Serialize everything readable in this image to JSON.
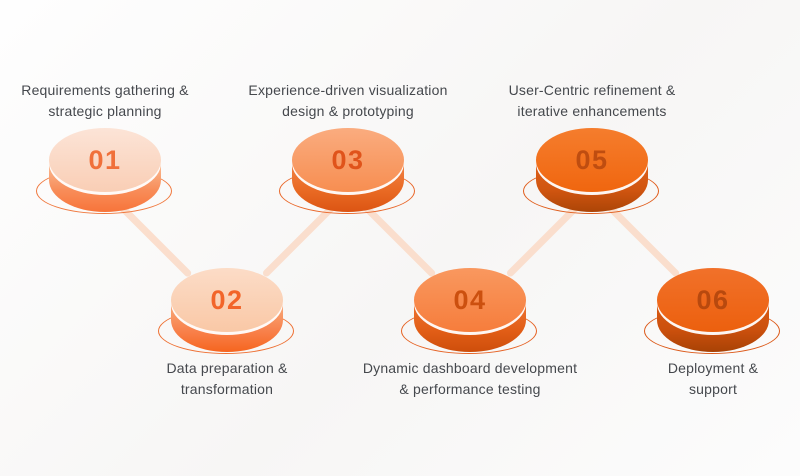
{
  "figure": {
    "type": "process-timeline",
    "step_count": 6
  },
  "text_color": "#45484D",
  "connector_color": "#FAD9C5",
  "steps": [
    {
      "number": "01",
      "label_line1": "Requirements gathering &",
      "label_line2": "strategic planning",
      "colors": {
        "top1": "#FCE4D7",
        "top2": "#F9CEB5",
        "side1": "#FAC29C",
        "side2": "#F88D59",
        "side3": "#F7743A",
        "ring": "#F0793F",
        "num": "#F0703A"
      }
    },
    {
      "number": "02",
      "label_line1": "Data preparation &",
      "label_line2": "transformation",
      "colors": {
        "top1": "#FCDCC7",
        "top2": "#F9C8A6",
        "side1": "#F9B183",
        "side2": "#F8824D",
        "side3": "#F6651F",
        "ring": "#EE7033",
        "num": "#F2652A"
      }
    },
    {
      "number": "03",
      "label_line1": "Experience-driven visualization",
      "label_line2": "design & prototyping",
      "colors": {
        "top1": "#FAAC7F",
        "top2": "#F78E51",
        "side1": "#F28549",
        "side2": "#E96A24",
        "side3": "#DC5513",
        "ring": "#E9682B",
        "num": "#E0541B"
      }
    },
    {
      "number": "04",
      "label_line1": "Dynamic dashboard development",
      "label_line2": "& performance testing",
      "colors": {
        "top1": "#F9985F",
        "top2": "#F67D3C",
        "side1": "#ED7434",
        "side2": "#E25E17",
        "side3": "#CE4E0B",
        "ring": "#E66325",
        "num": "#CC500F"
      }
    },
    {
      "number": "05",
      "label_line1": "User-Centric refinement &",
      "label_line2": "iterative enhancements",
      "colors": {
        "top1": "#F57D2D",
        "top2": "#F0660F",
        "side1": "#E0611B",
        "side2": "#D05510",
        "side3": "#AC4507",
        "ring": "#E05E1D",
        "num": "#BF4D10"
      }
    },
    {
      "number": "06",
      "label_line1": "Deployment &",
      "label_line2": "support",
      "colors": {
        "top1": "#F1712A",
        "top2": "#EC600E",
        "side1": "#DB5B15",
        "side2": "#CB500D",
        "side3": "#A84205",
        "ring": "#DC5A1A",
        "num": "#B8490E"
      }
    }
  ]
}
